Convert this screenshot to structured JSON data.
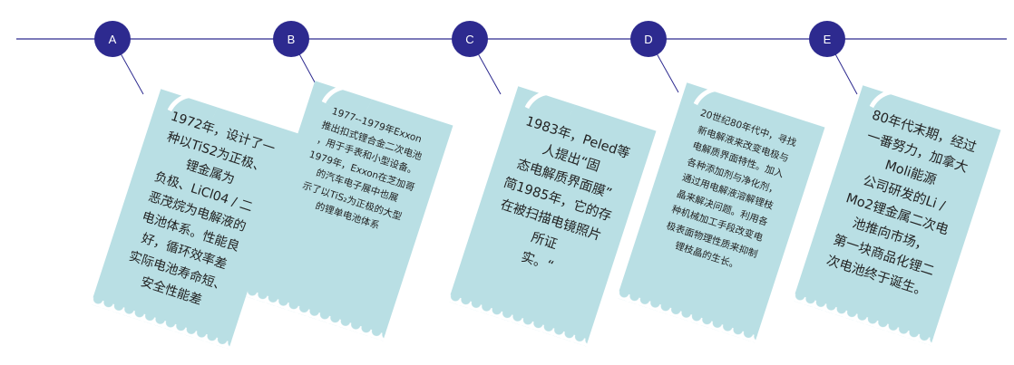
{
  "timeline": {
    "nodes": [
      {
        "label": "A"
      },
      {
        "label": "B"
      },
      {
        "label": "C"
      },
      {
        "label": "D"
      },
      {
        "label": "E"
      }
    ]
  },
  "cards": [
    {
      "text": "1972年，设计了一\n种以TiS2为正极、\n锂金属为\n负极、LiCl04 / 二\n恶茂烷为电解液的\n电池体系。性能良\n好，循环效率差\n实际电池寿命短、\n安全性能差"
    },
    {
      "text": "1977--1979年Exxon\n推出扣式锂合金二次电池\n，用于手表和小型设备。\n1979年，Exxon在芝加哥\n的汽车电子展中也展\n示了以TiS₂为正极的大型\n的锂单电池体系"
    },
    {
      "text": "1983年，Peled等\n人提出“固\n态电解质界面膜”\n简1985年，它的存\n在被扫描电镜照片\n所证\n实。“"
    },
    {
      "text": "20世纪80年代中，寻找\n新电解液来改变电极与\n电解质界面特性。加入\n各种添加剂与净化剂，\n通过用电解液溶解锂枝\n晶来解决问题。利用各\n种机械加工手段改变电\n极表面物理性质来抑制\n锂枝晶的生长。"
    },
    {
      "text": "80年代末期，经过\n一番努力，加拿大\nMoli能源\n公司研发的Li /\nMo2锂金属二次电\n池推向市场，\n第一块商品化锂二\n次电池终于诞生。"
    }
  ]
}
